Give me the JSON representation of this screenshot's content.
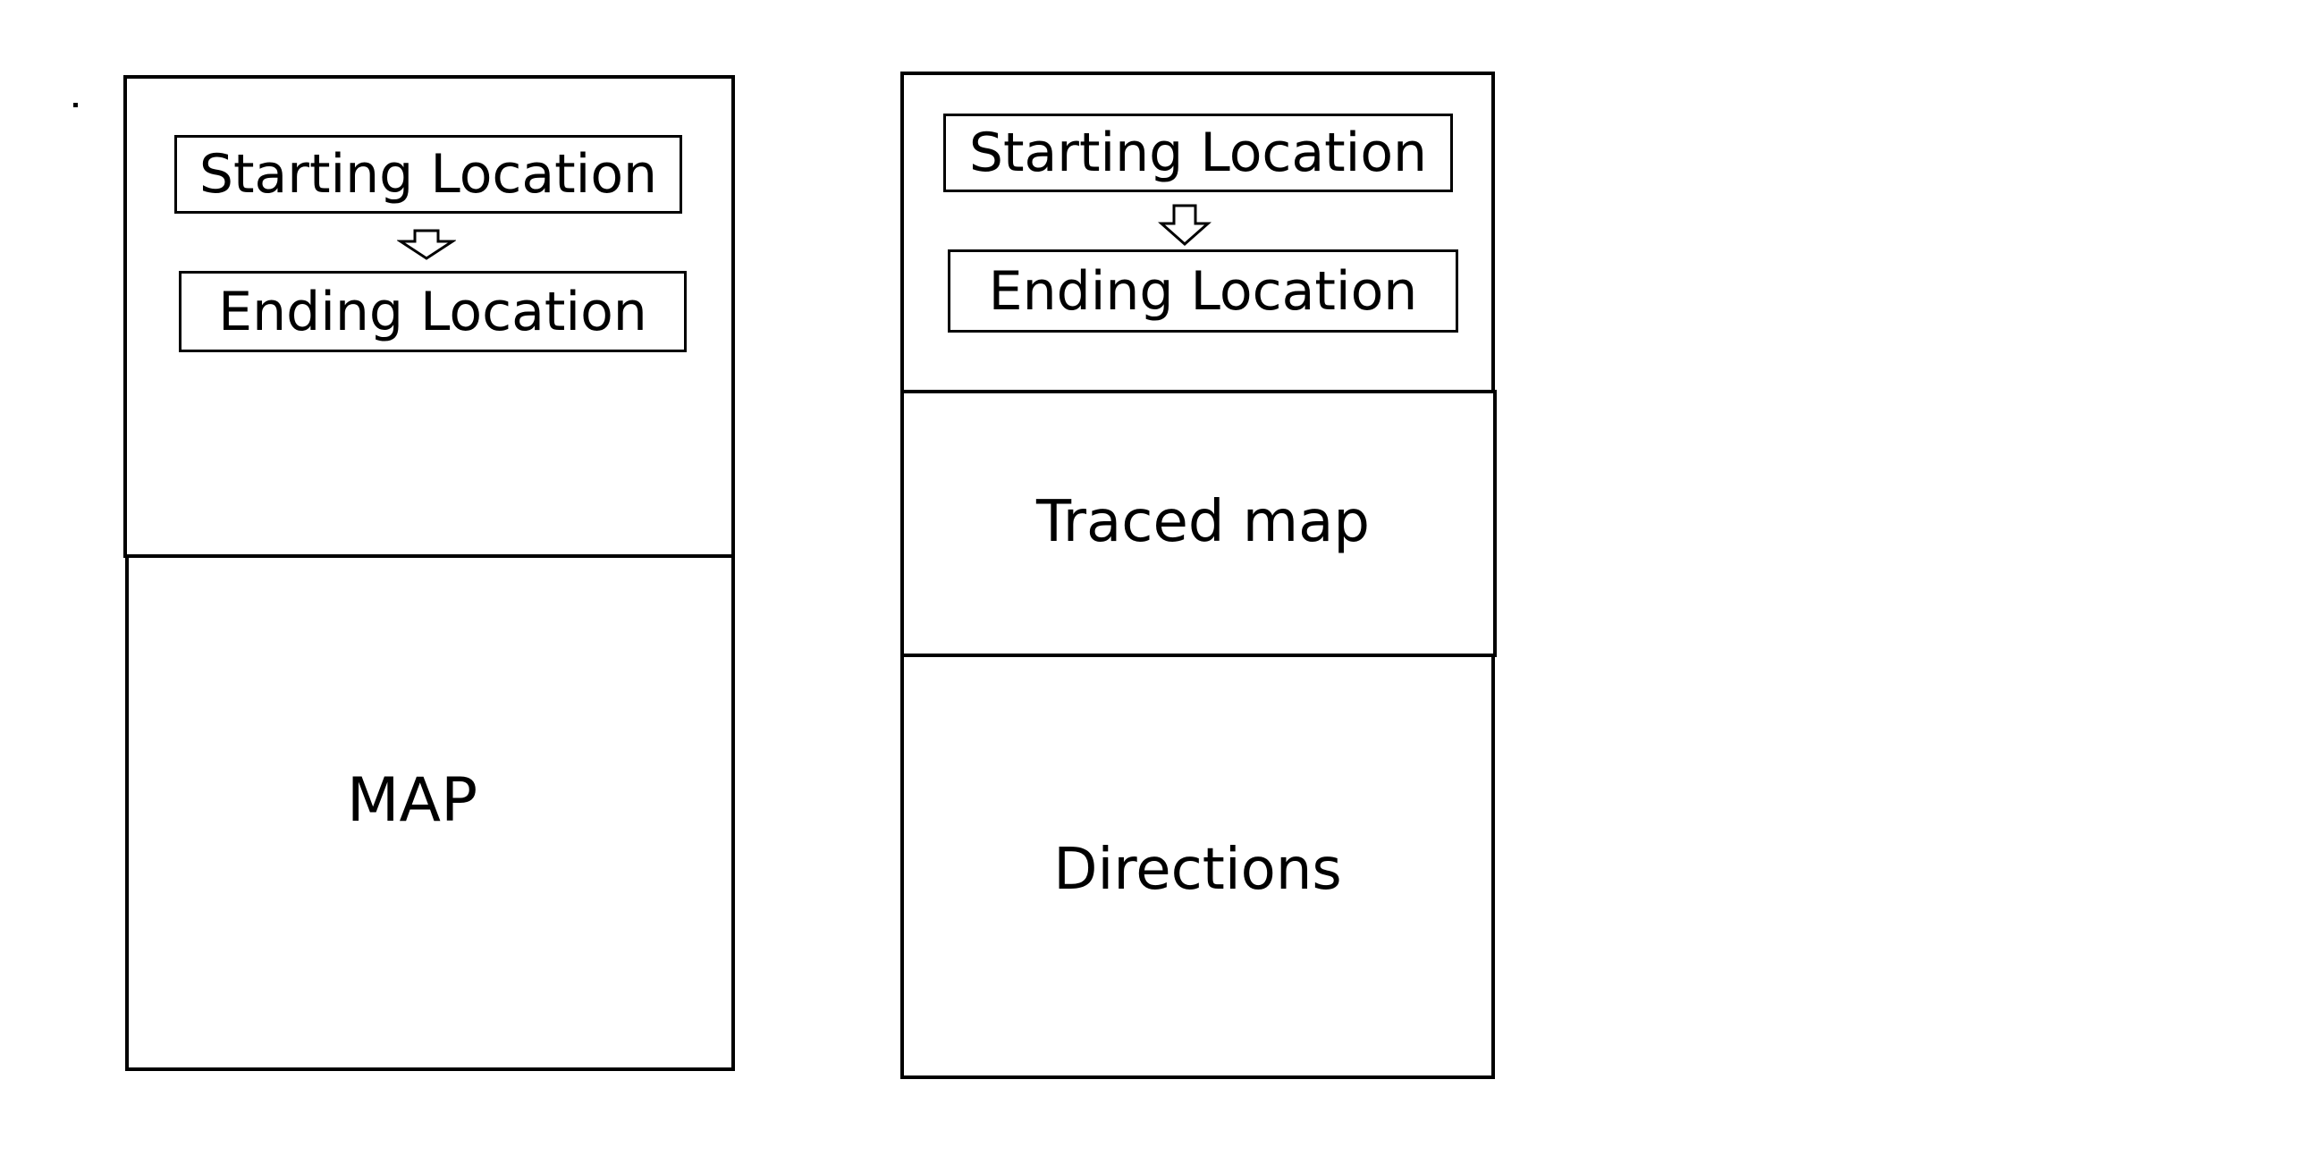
{
  "left_mockup": {
    "start_field": "Starting Location",
    "end_field": "Ending Location",
    "map_label": "MAP"
  },
  "right_mockup": {
    "start_field": "Starting Location",
    "end_field": "Ending Location",
    "traced_map_label": "Traced map",
    "directions_label": "Directions"
  },
  "icons": {
    "route_arrow": "down-arrow-icon"
  }
}
